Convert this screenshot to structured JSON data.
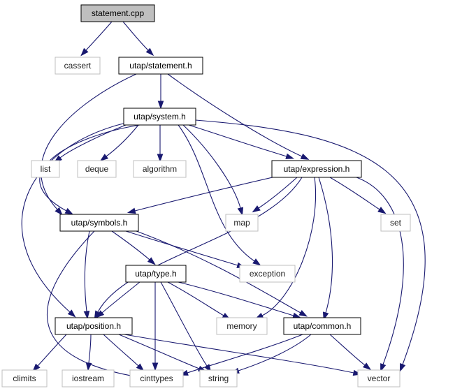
{
  "colors": {
    "edge": "#191970",
    "root_fill": "#bfbfbf",
    "project_border": "#000000",
    "system_border": "#bfbfbf"
  },
  "nodes": {
    "statement_cpp": "statement.cpp",
    "cassert": "cassert",
    "statement_h": "utap/statement.h",
    "system_h": "utap/system.h",
    "list": "list",
    "deque": "deque",
    "algorithm": "algorithm",
    "expression_h": "utap/expression.h",
    "symbols_h": "utap/symbols.h",
    "map": "map",
    "set": "set",
    "type_h": "utap/type.h",
    "exception": "exception",
    "position_h": "utap/position.h",
    "memory": "memory",
    "common_h": "utap/common.h",
    "climits": "climits",
    "iostream": "iostream",
    "cinttypes": "cinttypes",
    "string": "string",
    "vector": "vector"
  },
  "edges": [
    [
      "statement_cpp",
      "cassert"
    ],
    [
      "statement_cpp",
      "statement_h"
    ],
    [
      "statement_h",
      "system_h"
    ],
    [
      "statement_h",
      "symbols_h"
    ],
    [
      "statement_h",
      "expression_h"
    ],
    [
      "system_h",
      "list"
    ],
    [
      "system_h",
      "deque"
    ],
    [
      "system_h",
      "algorithm"
    ],
    [
      "system_h",
      "expression_h"
    ],
    [
      "system_h",
      "map"
    ],
    [
      "system_h",
      "symbols_h"
    ],
    [
      "system_h",
      "exception"
    ],
    [
      "system_h",
      "position_h"
    ],
    [
      "system_h",
      "vector"
    ],
    [
      "expression_h",
      "symbols_h"
    ],
    [
      "expression_h",
      "map"
    ],
    [
      "expression_h",
      "set"
    ],
    [
      "expression_h",
      "position_h"
    ],
    [
      "expression_h",
      "memory"
    ],
    [
      "expression_h",
      "common_h"
    ],
    [
      "expression_h",
      "vector"
    ],
    [
      "symbols_h",
      "type_h"
    ],
    [
      "symbols_h",
      "exception"
    ],
    [
      "symbols_h",
      "position_h"
    ],
    [
      "symbols_h",
      "common_h"
    ],
    [
      "symbols_h",
      "cinttypes"
    ],
    [
      "type_h",
      "position_h"
    ],
    [
      "type_h",
      "memory"
    ],
    [
      "type_h",
      "common_h"
    ],
    [
      "type_h",
      "cinttypes"
    ],
    [
      "type_h",
      "string"
    ],
    [
      "position_h",
      "climits"
    ],
    [
      "position_h",
      "iostream"
    ],
    [
      "position_h",
      "cinttypes"
    ],
    [
      "position_h",
      "string"
    ],
    [
      "position_h",
      "vector"
    ],
    [
      "common_h",
      "cinttypes"
    ],
    [
      "common_h",
      "string"
    ],
    [
      "common_h",
      "vector"
    ]
  ]
}
